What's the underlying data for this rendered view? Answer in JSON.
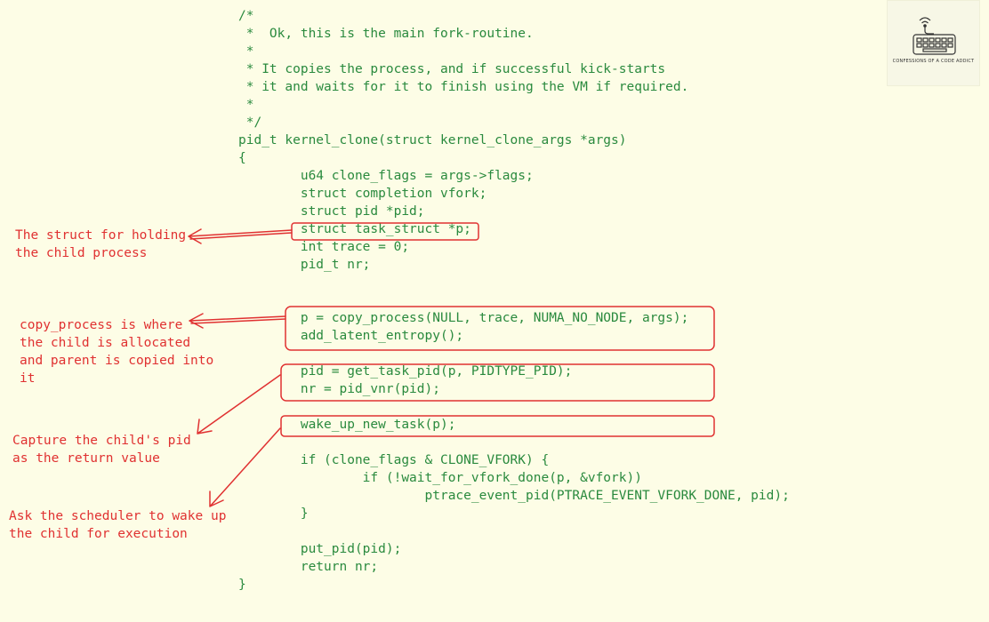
{
  "code_lines": [
    "/*",
    " *  Ok, this is the main fork-routine.",
    " *",
    " * It copies the process, and if successful kick-starts",
    " * it and waits for it to finish using the VM if required.",
    " *",
    " */",
    "pid_t kernel_clone(struct kernel_clone_args *args)",
    "{",
    "        u64 clone_flags = args->flags;",
    "        struct completion vfork;",
    "        struct pid *pid;",
    "        struct task_struct *p;",
    "        int trace = 0;",
    "        pid_t nr;",
    "",
    "",
    "        p = copy_process(NULL, trace, NUMA_NO_NODE, args);",
    "        add_latent_entropy();",
    "",
    "        pid = get_task_pid(p, PIDTYPE_PID);",
    "        nr = pid_vnr(pid);",
    "",
    "        wake_up_new_task(p);",
    "",
    "        if (clone_flags & CLONE_VFORK) {",
    "                if (!wait_for_vfork_done(p, &vfork))",
    "                        ptrace_event_pid(PTRACE_EVENT_VFORK_DONE, pid);",
    "        }",
    "",
    "        put_pid(pid);",
    "        return nr;",
    "}"
  ],
  "annotations": {
    "struct_note": "The struct for holding\nthe child process",
    "copy_note": "copy_process is where\nthe child is allocated\nand parent is copied into\nit",
    "pid_note": "Capture the child's pid\nas the return value",
    "wake_note": "Ask the scheduler to wake up\nthe child for execution"
  },
  "logo": {
    "text": "CONFESSIONS OF A CODE ADDICT"
  },
  "colors": {
    "background": "#fdfde6",
    "code": "#2a8a3e",
    "annotation": "#e03131"
  }
}
